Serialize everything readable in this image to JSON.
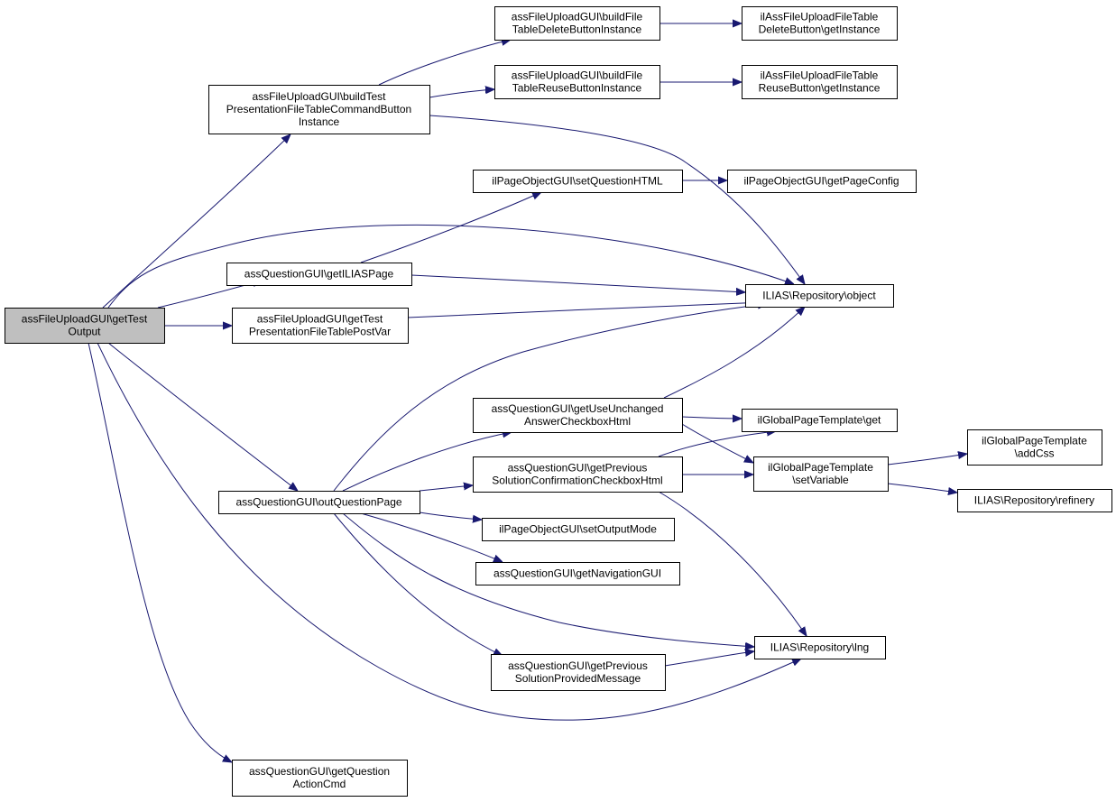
{
  "diagram": {
    "type": "call-graph",
    "colors": {
      "edge": "#191970",
      "root_fill": "#bfbfbf",
      "node_fill": "#ffffff",
      "node_border": "#000000"
    },
    "nodes": [
      {
        "id": "n0",
        "lines": [
          "assFileUploadGUI\\getTest",
          "Output"
        ],
        "root": true
      },
      {
        "id": "n1",
        "lines": [
          "assFileUploadGUI\\buildTest",
          "PresentationFileTableCommandButton",
          "Instance"
        ]
      },
      {
        "id": "n2",
        "lines": [
          "assFileUploadGUI\\buildFile",
          "TableDeleteButtonInstance"
        ]
      },
      {
        "id": "n3",
        "lines": [
          "ilAssFileUploadFileTable",
          "DeleteButton\\getInstance"
        ]
      },
      {
        "id": "n4",
        "lines": [
          "assFileUploadGUI\\buildFile",
          "TableReuseButtonInstance"
        ]
      },
      {
        "id": "n5",
        "lines": [
          "ilAssFileUploadFileTable",
          "ReuseButton\\getInstance"
        ]
      },
      {
        "id": "n6",
        "lines": [
          "ILIAS\\Repository\\object"
        ]
      },
      {
        "id": "n7",
        "lines": [
          "assQuestionGUI\\getILIASPage"
        ]
      },
      {
        "id": "n8",
        "lines": [
          "ilPageObjectGUI\\setQuestionHTML"
        ]
      },
      {
        "id": "n9",
        "lines": [
          "ilPageObjectGUI\\getPageConfig"
        ]
      },
      {
        "id": "n10",
        "lines": [
          "assFileUploadGUI\\getTest",
          "PresentationFileTablePostVar"
        ]
      },
      {
        "id": "n11",
        "lines": [
          "assQuestionGUI\\outQuestionPage"
        ]
      },
      {
        "id": "n12",
        "lines": [
          "assQuestionGUI\\getUseUnchanged",
          "AnswerCheckboxHtml"
        ]
      },
      {
        "id": "n13",
        "lines": [
          "ilGlobalPageTemplate\\get"
        ]
      },
      {
        "id": "n14",
        "lines": [
          "ilGlobalPageTemplate",
          "\\setVariable"
        ]
      },
      {
        "id": "n15",
        "lines": [
          "ilGlobalPageTemplate",
          "\\addCss"
        ]
      },
      {
        "id": "n16",
        "lines": [
          "ILIAS\\Repository\\refinery"
        ]
      },
      {
        "id": "n17",
        "lines": [
          "assQuestionGUI\\getPrevious",
          "SolutionConfirmationCheckboxHtml"
        ]
      },
      {
        "id": "n18",
        "lines": [
          "ilPageObjectGUI\\setOutputMode"
        ]
      },
      {
        "id": "n19",
        "lines": [
          "assQuestionGUI\\getNavigationGUI"
        ]
      },
      {
        "id": "n20",
        "lines": [
          "ILIAS\\Repository\\lng"
        ]
      },
      {
        "id": "n21",
        "lines": [
          "assQuestionGUI\\getPrevious",
          "SolutionProvidedMessage"
        ]
      },
      {
        "id": "n22",
        "lines": [
          "assQuestionGUI\\getQuestion",
          "ActionCmd"
        ]
      }
    ],
    "edges": [
      [
        "n0",
        "n1"
      ],
      [
        "n0",
        "n6"
      ],
      [
        "n0",
        "n7"
      ],
      [
        "n0",
        "n10"
      ],
      [
        "n0",
        "n11"
      ],
      [
        "n0",
        "n20"
      ],
      [
        "n0",
        "n22"
      ],
      [
        "n1",
        "n2"
      ],
      [
        "n1",
        "n4"
      ],
      [
        "n1",
        "n6"
      ],
      [
        "n2",
        "n3"
      ],
      [
        "n4",
        "n5"
      ],
      [
        "n7",
        "n8"
      ],
      [
        "n7",
        "n6"
      ],
      [
        "n8",
        "n9"
      ],
      [
        "n10",
        "n6"
      ],
      [
        "n11",
        "n6"
      ],
      [
        "n11",
        "n12"
      ],
      [
        "n11",
        "n17"
      ],
      [
        "n11",
        "n18"
      ],
      [
        "n11",
        "n19"
      ],
      [
        "n11",
        "n20"
      ],
      [
        "n11",
        "n21"
      ],
      [
        "n12",
        "n6"
      ],
      [
        "n12",
        "n13"
      ],
      [
        "n12",
        "n14"
      ],
      [
        "n17",
        "n13"
      ],
      [
        "n17",
        "n14"
      ],
      [
        "n17",
        "n20"
      ],
      [
        "n14",
        "n15"
      ],
      [
        "n14",
        "n16"
      ],
      [
        "n21",
        "n20"
      ]
    ]
  }
}
